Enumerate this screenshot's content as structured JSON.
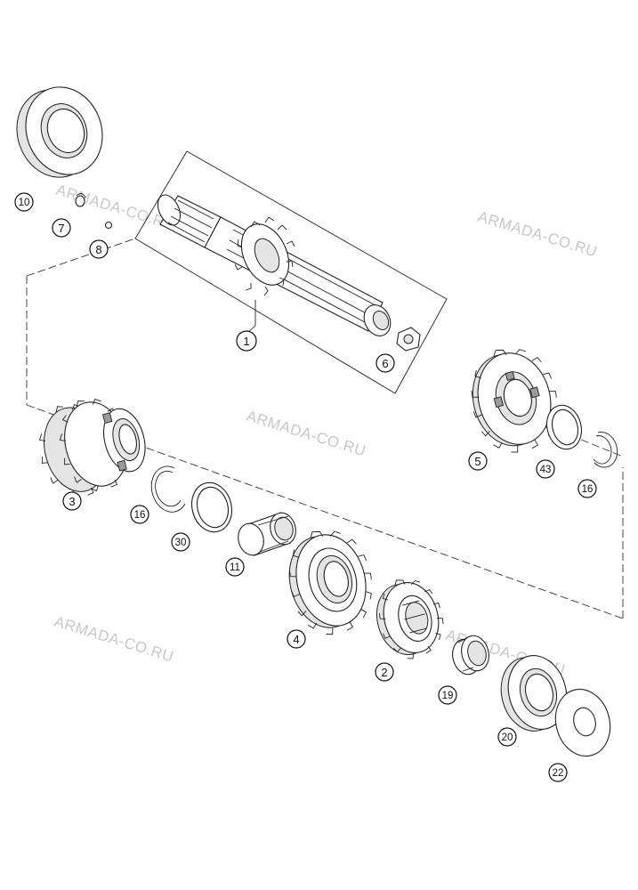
{
  "watermark": "ARMADA-CO.RU",
  "callouts": [
    {
      "id": "c10",
      "label": "10"
    },
    {
      "id": "c7",
      "label": "7"
    },
    {
      "id": "c8",
      "label": "8"
    },
    {
      "id": "c1",
      "label": "1"
    },
    {
      "id": "c6",
      "label": "6"
    },
    {
      "id": "c5",
      "label": "5"
    },
    {
      "id": "c43",
      "label": "43"
    },
    {
      "id": "c16a",
      "label": "16"
    },
    {
      "id": "c3",
      "label": "3"
    },
    {
      "id": "c16b",
      "label": "16"
    },
    {
      "id": "c30",
      "label": "30"
    },
    {
      "id": "c11",
      "label": "11"
    },
    {
      "id": "c4",
      "label": "4"
    },
    {
      "id": "c2",
      "label": "2"
    },
    {
      "id": "c19",
      "label": "19"
    },
    {
      "id": "c20",
      "label": "20"
    },
    {
      "id": "c22",
      "label": "22"
    }
  ],
  "colors": {
    "line": "#222222",
    "watermark": "#c8c8c8",
    "shade": "#e4e4e4"
  }
}
